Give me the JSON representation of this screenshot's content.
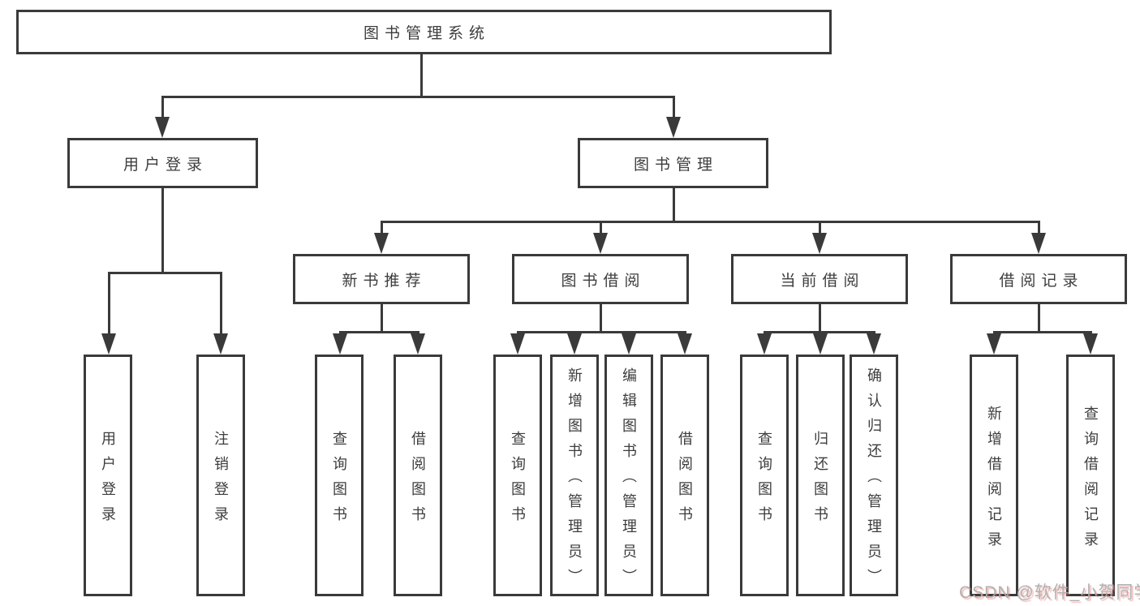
{
  "tree": {
    "label": "图书管理系统",
    "children": [
      {
        "label": "用户登录",
        "children": [
          {
            "label": "用户登录"
          },
          {
            "label": "注销登录"
          }
        ]
      },
      {
        "label": "图书管理",
        "children": [
          {
            "label": "新书推荐",
            "children": [
              {
                "label": "查询图书"
              },
              {
                "label": "借阅图书"
              }
            ]
          },
          {
            "label": "图书借阅",
            "children": [
              {
                "label": "查询图书"
              },
              {
                "label": "新增图书（管理员）"
              },
              {
                "label": "编辑图书（管理员）"
              },
              {
                "label": "借阅图书"
              }
            ]
          },
          {
            "label": "当前借阅",
            "children": [
              {
                "label": "查询图书"
              },
              {
                "label": "归还图书"
              },
              {
                "label": "确认归还（管理员）"
              }
            ]
          },
          {
            "label": "借阅记录",
            "children": [
              {
                "label": "新增借阅记录"
              },
              {
                "label": "查询借阅记录"
              }
            ]
          }
        ]
      }
    ]
  },
  "watermark": {
    "text": "CSDN @软件_小贺同学"
  },
  "colors": {
    "line": "#3a3a3a",
    "box_border": "#3a3a3a",
    "background": "#ffffff",
    "watermark": "#adadad"
  }
}
